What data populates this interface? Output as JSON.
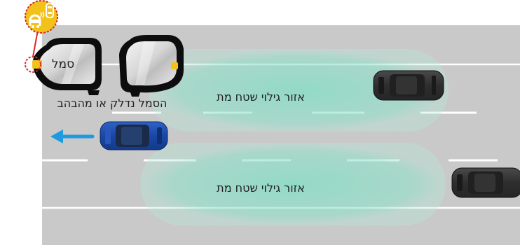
{
  "diagram": {
    "zone_label_top": "אזור גילוי שטח מת",
    "zone_label_bottom": "אזור גילוי שטח מת",
    "mirror_symbol_label": "סמל",
    "indicator_caption": "הסמל נדלק או מהבהב"
  },
  "colors": {
    "road": "#c9c9c9",
    "lane_line": "#ffffff",
    "detection_zone": "#9fe3cf",
    "indicator_amber": "#f2c21b",
    "callout_red": "#d9252a",
    "arrow_blue": "#1e9be0",
    "own_car": "#1f4fb0",
    "other_car": "#3a3a3a",
    "mirror_frame": "#0d0d0d"
  }
}
